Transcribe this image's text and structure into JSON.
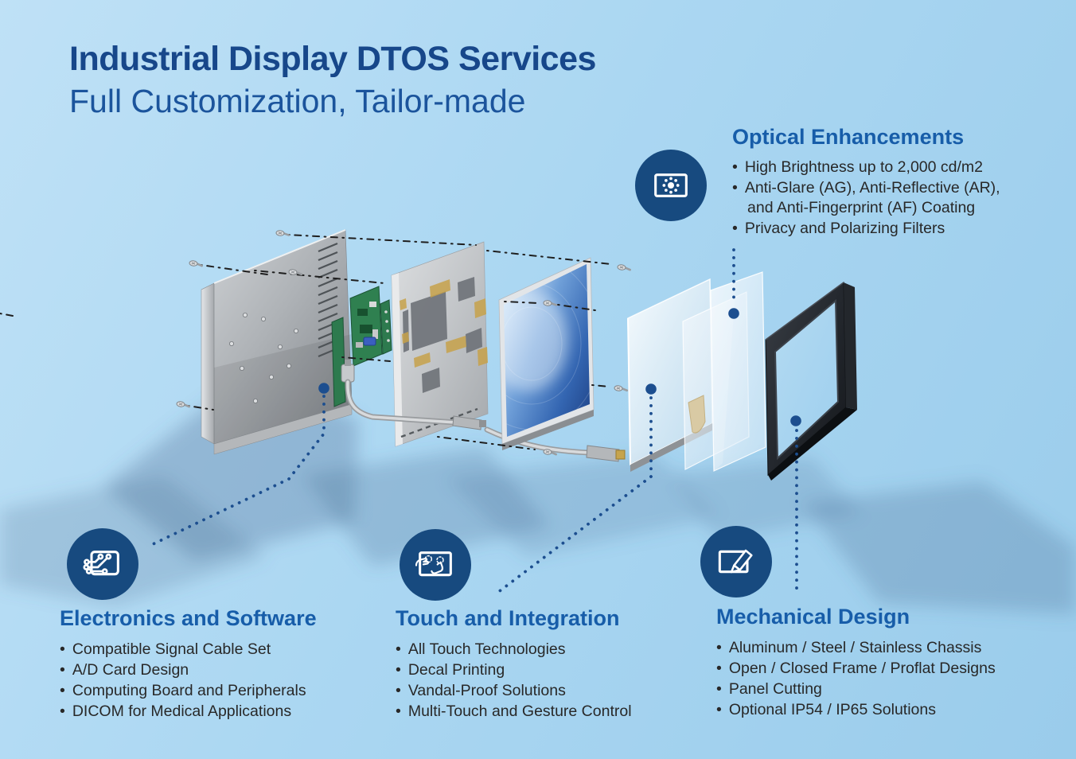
{
  "header": {
    "title": "Industrial Display DTOS Services",
    "subtitle": "Full Customization, Tailor-made"
  },
  "bullet_char": "•",
  "sections": {
    "optical": {
      "title": "Optical Enhancements",
      "icon": "brightness-display-icon",
      "lines": [
        {
          "text": "High Brightness up to 2,000 cd/m2",
          "bullet": true
        },
        {
          "text": "Anti-Glare (AG), Anti-Reflective (AR),",
          "bullet": true
        },
        {
          "text": "and Anti-Fingerprint (AF) Coating",
          "bullet": false
        },
        {
          "text": "Privacy and Polarizing Filters",
          "bullet": true
        }
      ]
    },
    "electronics": {
      "title": "Electronics and Software",
      "icon": "circuit-board-icon",
      "bullets": [
        "Compatible Signal Cable Set",
        "A/D Card Design",
        "Computing Board and Peripherals",
        "DICOM for Medical Applications"
      ]
    },
    "touch": {
      "title": "Touch and Integration",
      "icon": "touch-gesture-icon",
      "bullets": [
        "All Touch Technologies",
        "Decal Printing",
        "Vandal-Proof Solutions",
        "Multi-Touch and Gesture Control"
      ]
    },
    "mechanical": {
      "title": "Mechanical Design",
      "icon": "tablet-pencil-icon",
      "bullets": [
        "Aluminum / Steel / Stainless Chassis",
        "Open / Closed Frame / Proflat Designs",
        "Panel Cutting",
        "Optional IP54 / IP65 Solutions"
      ]
    }
  },
  "diagram": {
    "components": [
      "back-chassis",
      "ad-board",
      "signal-cables",
      "mid-frame",
      "lcd-panel",
      "touch-glass",
      "touch-film",
      "optical-film",
      "front-bezel"
    ],
    "callout_dots": 4
  },
  "colors": {
    "background_top": "#bfe1f6",
    "background_bottom": "#9acceb",
    "badge_navy": "#174a7f",
    "title_blue": "#17478a",
    "subtitle_blue": "#1b549c",
    "heading_blue": "#175da9",
    "body_text": "#282828",
    "leader_blue": "#1c4e8f"
  }
}
